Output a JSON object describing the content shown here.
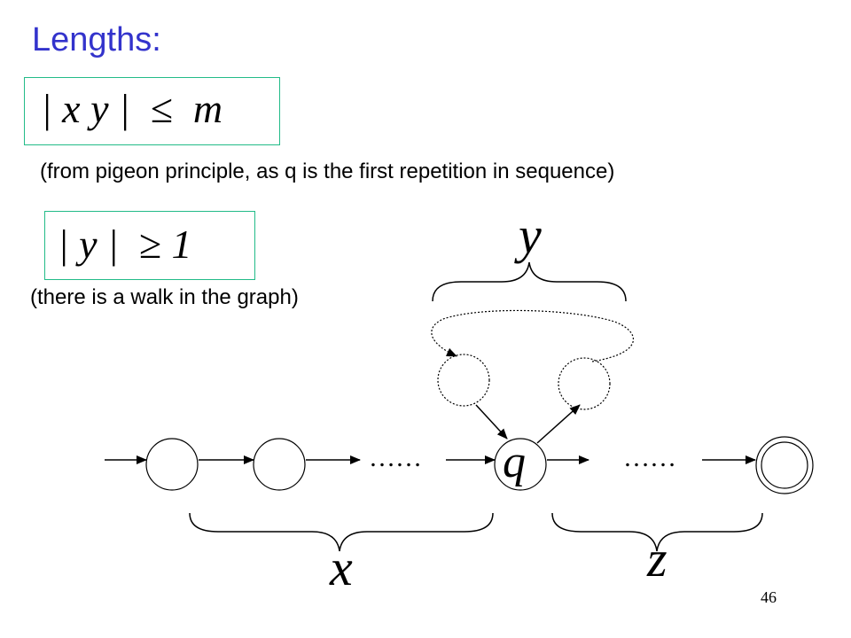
{
  "slide": {
    "title": "Lengths:",
    "formula1": "| x y |  ≤  m",
    "note1": "(from pigeon principle, as q is the first repetition in sequence)",
    "formula2": "| y |  ≥ 1",
    "note2": "(there is a walk in the graph)",
    "page_number": "46"
  },
  "diagram": {
    "dots": [
      "……",
      "……"
    ],
    "state_label": "q",
    "brace_labels": {
      "x": "x",
      "y": "y",
      "z": "z"
    }
  }
}
